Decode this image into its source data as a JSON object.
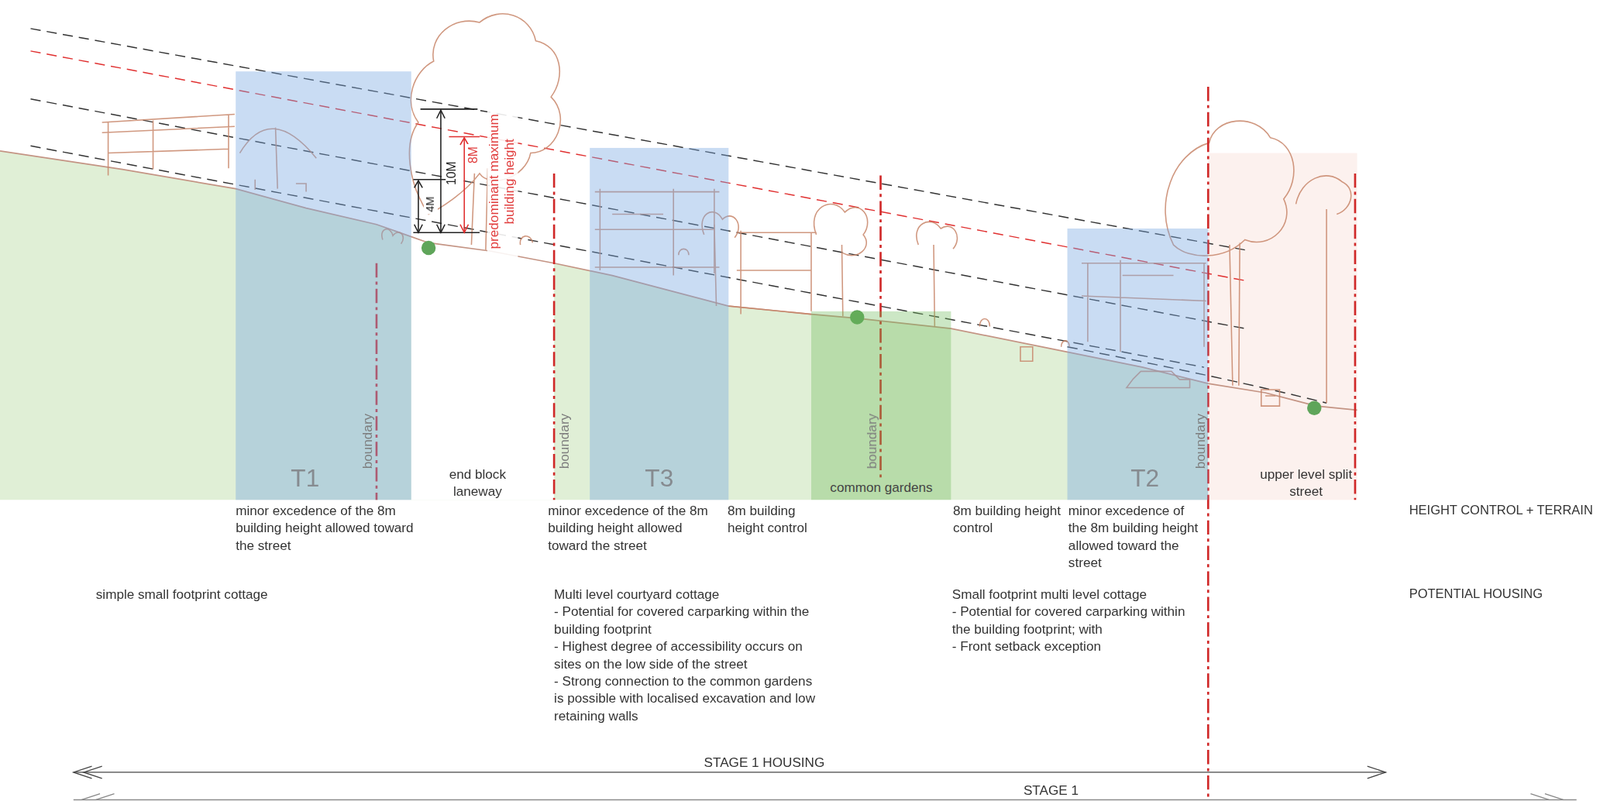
{
  "diagram": {
    "nodes": [
      {
        "text": [
          "T1"
        ]
      },
      {
        "text": [
          "T3"
        ]
      },
      {
        "text": [
          "common gardens"
        ]
      },
      {
        "text": [
          "T2"
        ]
      }
    ],
    "labels": [
      "10M",
      "4M",
      "8M",
      "predominant maximum building height",
      "boundary",
      "end block laneway",
      "boundary",
      "boundary",
      "boundary",
      "upper level split street",
      "minor excedence of the 8m building height allowed toward the street",
      "minor excedence of the 8m building height allowed toward the street",
      "8m building height control",
      "8m building height control",
      "minor excedence of the 8m building height allowed toward the street",
      "HEIGHT CONTROL + TERRAIN",
      "simple small footprint cottage",
      "Multi level courtyard cottage",
      "- Potential for covered carparking within the building footprint",
      "- Highest degree of accessibility occurs on sites on the low side of the street",
      "- Strong connection to the common gardens is possible with localised excavation and low retaining walls",
      "Small footprint multi level cottage",
      "- Potential for covered carparking within the building footprint; with",
      "- Front setback exception",
      "POTENTIAL HOUSING",
      "STAGE 1 HOUSING",
      "STAGE 1"
    ]
  }
}
